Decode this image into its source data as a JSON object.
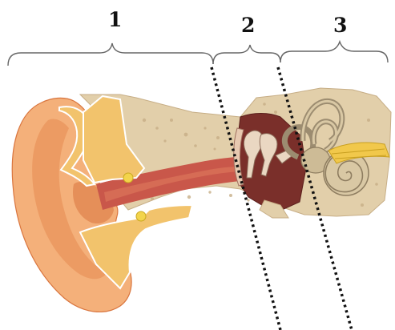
{
  "labels": [
    {
      "id": "label-1",
      "text": "1"
    },
    {
      "id": "label-2",
      "text": "2"
    },
    {
      "id": "label-3",
      "text": "3"
    }
  ],
  "colors": {
    "skin": "#f4b07a",
    "skin_dark": "#d9753e",
    "skin_light": "#f9d3ad",
    "cartilage": "#f2c36c",
    "bone": "#e2cfaa",
    "bone_spot": "#c7ae86",
    "canal": "#c9574a",
    "middle_ear": "#7a2f2a",
    "cochlea": "#d9c8a4",
    "nerve": "#f1c84b",
    "wax": "#f3d44b",
    "bracket": "#666666",
    "dotted_line": "#111111"
  }
}
